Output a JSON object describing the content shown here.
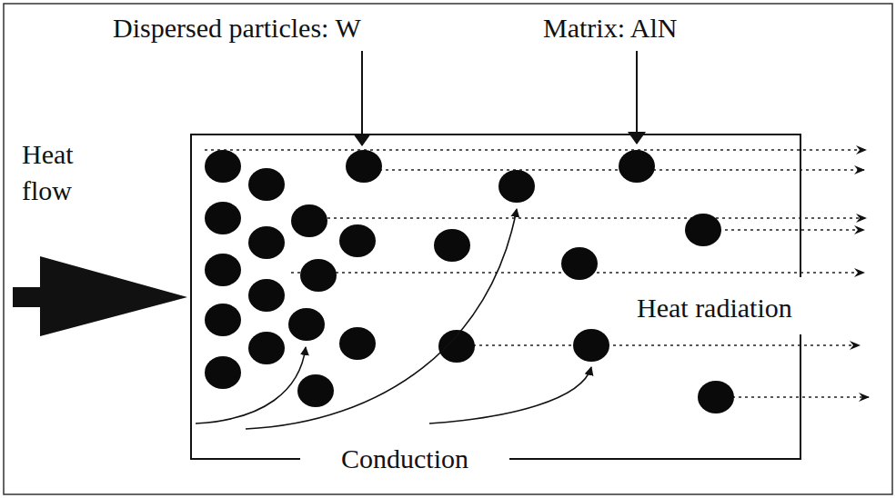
{
  "diagram": {
    "labels": [
      "Dispersed particles: W",
      "Matrix: AlN",
      "Heat flow",
      "Heat radiation",
      "Conduction"
    ]
  }
}
